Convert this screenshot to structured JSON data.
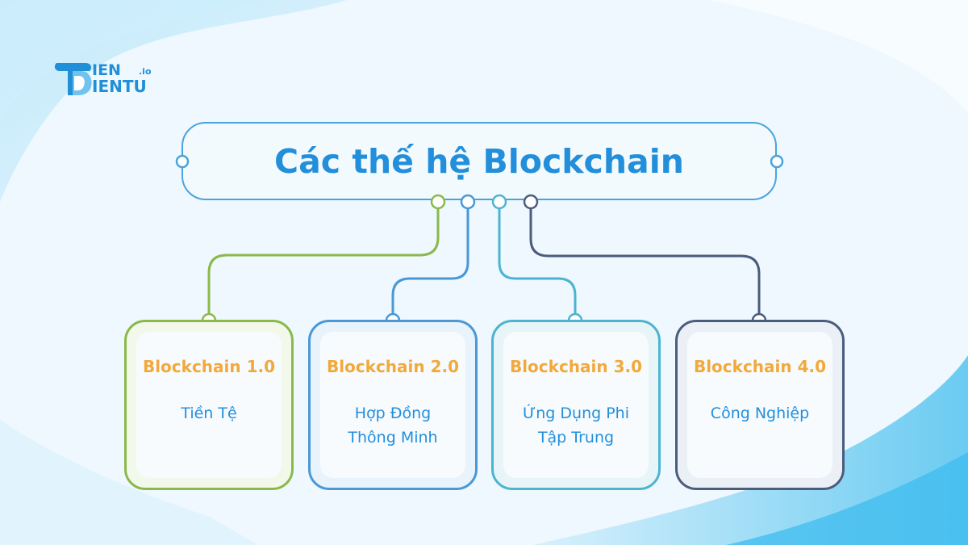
{
  "brand": {
    "logo_line1": "IEN",
    "logo_suffix": ".io",
    "logo_line2": "IENTU"
  },
  "title": "Các thế hệ Blockchain",
  "colors": {
    "green": "#8ab94a",
    "blue": "#4a98d6",
    "teal": "#4cb4cf",
    "dark": "#4b5d7c",
    "title_blue": "#238fdb",
    "card_title_orange": "#f2a93b"
  },
  "generations": [
    {
      "title": "Blockchain 1.0",
      "description": "Tiền Tệ",
      "color": "#8ab94a"
    },
    {
      "title": "Blockchain 2.0",
      "description": "Hợp Đồng\nThông Minh",
      "color": "#4a98d6"
    },
    {
      "title": "Blockchain 3.0",
      "description": "Ứng Dụng Phi\nTập Trung",
      "color": "#4cb4cf"
    },
    {
      "title": "Blockchain 4.0",
      "description": "Công Nghiệp",
      "color": "#4b5d7c"
    }
  ]
}
